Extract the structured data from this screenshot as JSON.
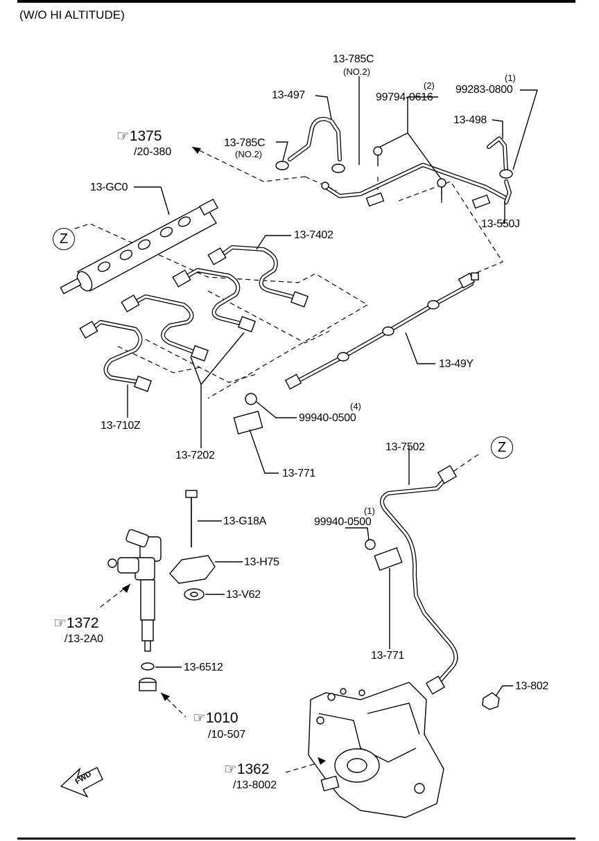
{
  "header": {
    "title": "(W/O HI ALTITUDE)"
  },
  "parts": {
    "p13_785c_a": "13-785C",
    "p13_785c_a_note": "(NO.2)",
    "p13_497": "13-497",
    "p99794_qty": "(2)",
    "p99794": "99794-0616",
    "p99283_qty": "(1)",
    "p99283": "99283-0800",
    "p13_498": "13-498",
    "p13_785c_b": "13-785C",
    "p13_785c_b_note": "(NO.2)",
    "p13_gc0": "13-GC0",
    "p13_550j": "13-550J",
    "p13_7402": "13-7402",
    "p13_49y": "13-49Y",
    "p99940_a_qty": "(4)",
    "p99940_a": "99940-0500",
    "p13_710z": "13-710Z",
    "p13_7202": "13-7202",
    "p13_771_a": "13-771",
    "p13_7502": "13-7502",
    "p13_g18a": "13-G18A",
    "p99940_b_qty": "(1)",
    "p99940_b": "99940-0500",
    "p13_h75": "13-H75",
    "p13_v62": "13-V62",
    "p13_6512": "13-6512",
    "p13_771_b": "13-771",
    "p13_802": "13-802"
  },
  "references": {
    "r1375": "1375",
    "r1375_sub": "/20-380",
    "r1372": "1372",
    "r1372_sub": "/13-2A0",
    "r1010": "1010",
    "r1010_sub": "/10-507",
    "r1362": "1362",
    "r1362_sub": "/13-8002"
  },
  "markers": {
    "z": "Z"
  },
  "fwd": "FWD"
}
